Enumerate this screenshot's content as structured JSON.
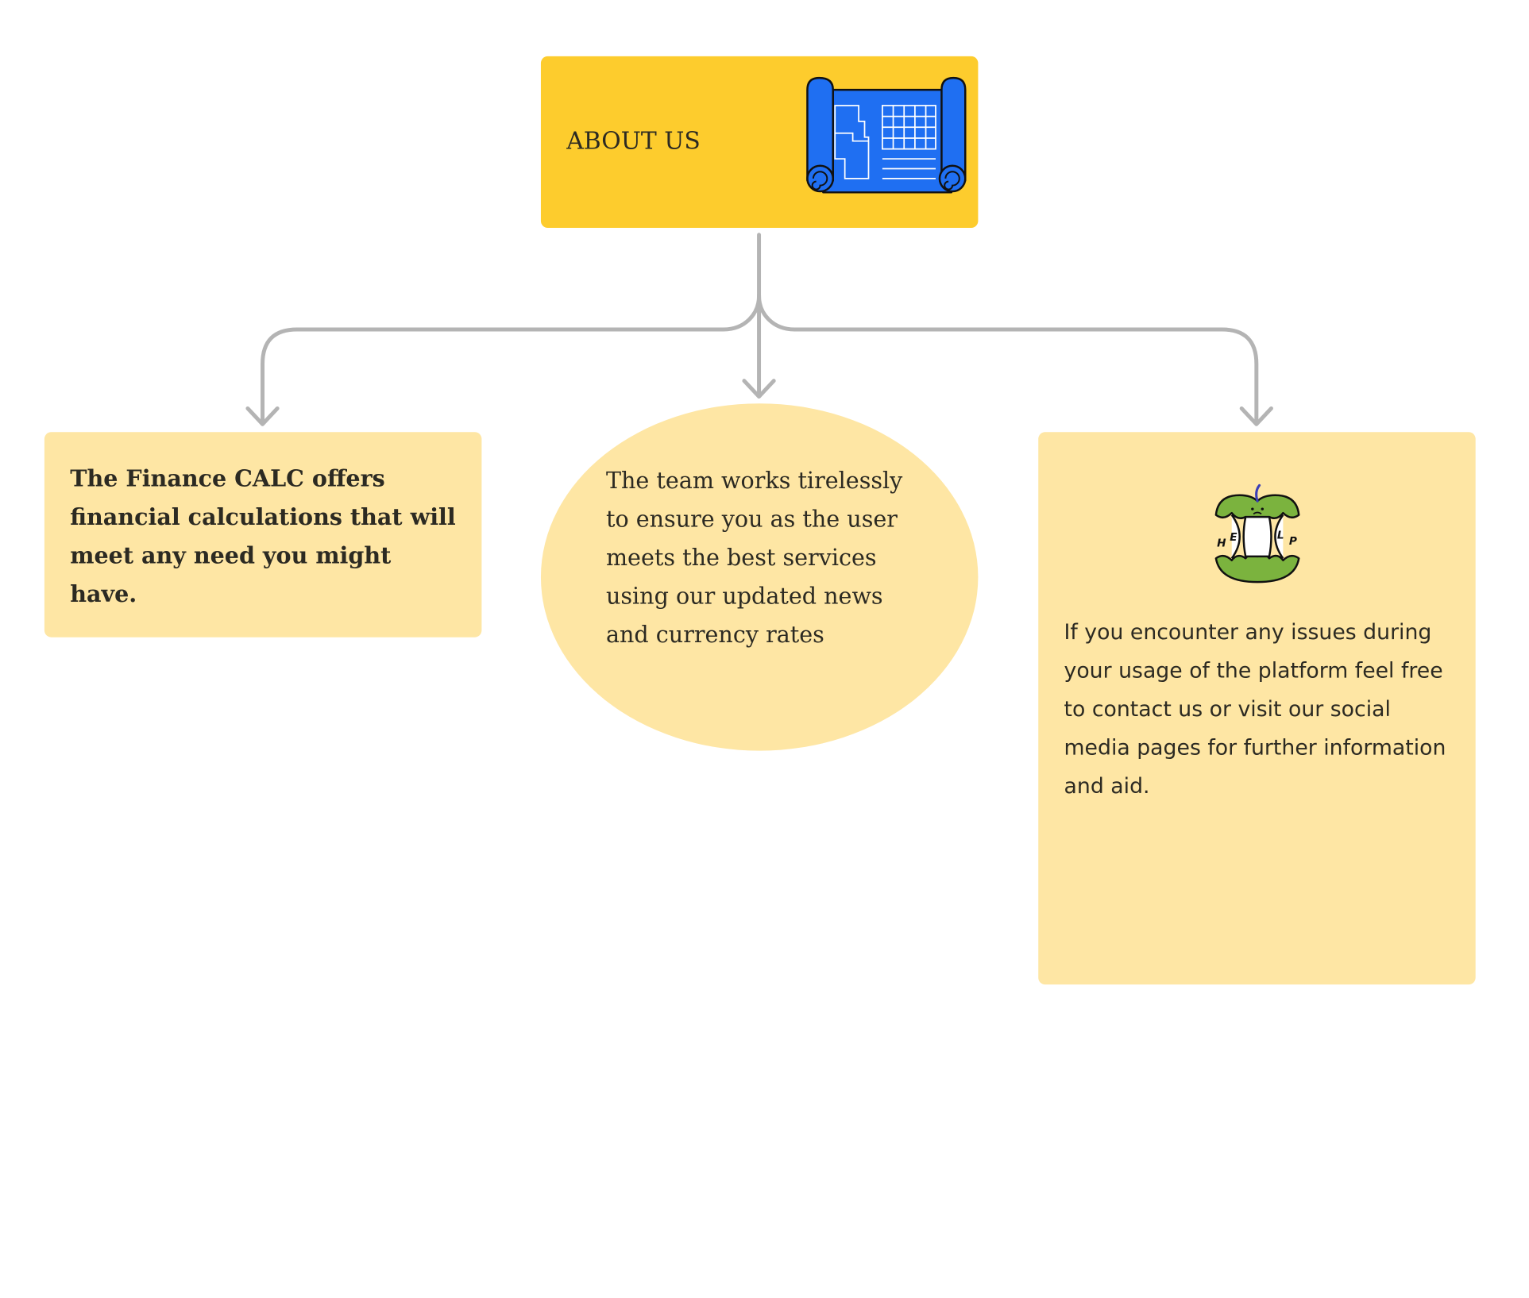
{
  "root": {
    "title": "ABOUT US",
    "icon": "blueprint-scroll-icon"
  },
  "nodes": {
    "left": {
      "text": "The Finance CALC offers financial calculations that will meet any need you might have."
    },
    "middle": {
      "text": "The team works tirelessly to ensure you as the user meets the best services using our updated news and currency rates"
    },
    "right": {
      "icon": "help-apple-core-icon",
      "icon_text": [
        "H",
        "E",
        "L",
        "P"
      ],
      "text": "If you encounter any issues during your usage of the platform feel free to contact us or visit our social media pages for further information and aid."
    }
  },
  "colors": {
    "root_fill": "#fdcc2d",
    "node_fill": "#fee6a4",
    "connector": "#b4b4b4",
    "blueprint": "#1f6ff2",
    "apple_green": "#7bb33e",
    "text": "#2c2a22"
  }
}
